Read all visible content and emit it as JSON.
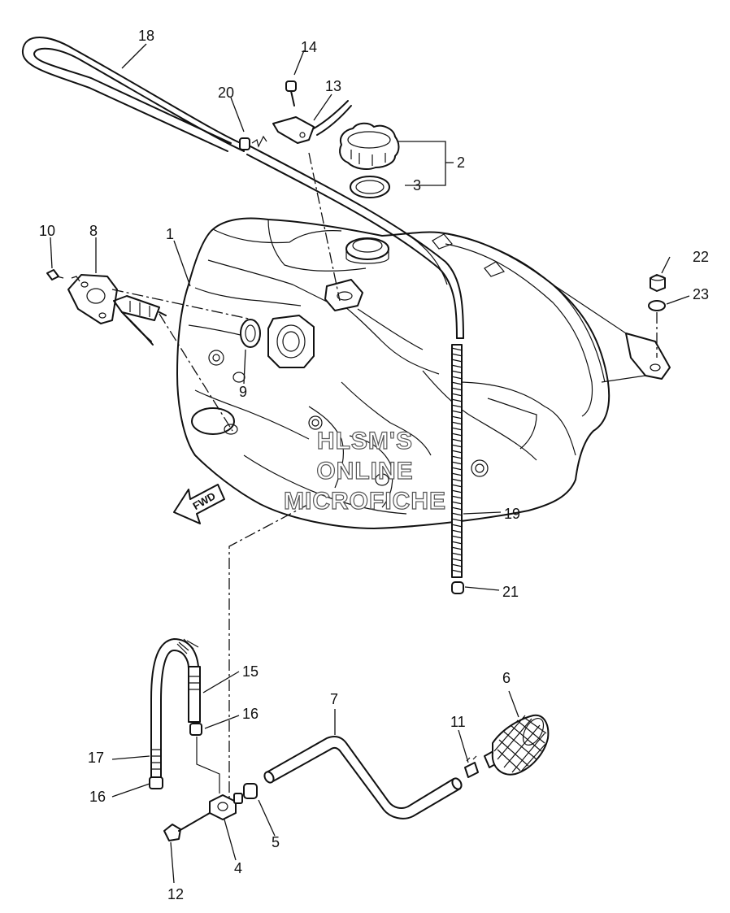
{
  "diagram": {
    "watermark": [
      "HLSM'S",
      "ONLINE",
      "MICROFICHE"
    ],
    "direction_arrow_label": "FWD",
    "callouts": [
      {
        "id": "c1",
        "label": "1"
      },
      {
        "id": "c2",
        "label": "2"
      },
      {
        "id": "c3",
        "label": "3"
      },
      {
        "id": "c4",
        "label": "4"
      },
      {
        "id": "c5",
        "label": "5"
      },
      {
        "id": "c6",
        "label": "6"
      },
      {
        "id": "c7",
        "label": "7"
      },
      {
        "id": "c8",
        "label": "8"
      },
      {
        "id": "c9",
        "label": "9"
      },
      {
        "id": "c10",
        "label": "10"
      },
      {
        "id": "c11",
        "label": "11"
      },
      {
        "id": "c12",
        "label": "12"
      },
      {
        "id": "c13",
        "label": "13"
      },
      {
        "id": "c14",
        "label": "14"
      },
      {
        "id": "c15",
        "label": "15"
      },
      {
        "id": "c16a",
        "label": "16"
      },
      {
        "id": "c16b",
        "label": "16"
      },
      {
        "id": "c17",
        "label": "17"
      },
      {
        "id": "c18",
        "label": "18"
      },
      {
        "id": "c19",
        "label": "19"
      },
      {
        "id": "c20",
        "label": "20"
      },
      {
        "id": "c21",
        "label": "21"
      },
      {
        "id": "c22",
        "label": "22"
      },
      {
        "id": "c23",
        "label": "23"
      }
    ]
  }
}
